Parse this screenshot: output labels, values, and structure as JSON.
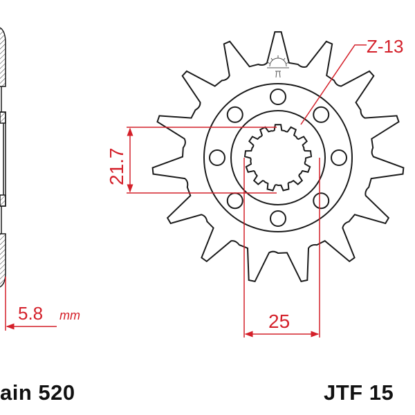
{
  "dimensions": {
    "spline_diameter": "21.7",
    "bolt_width": "25",
    "thickness_value": "5.8",
    "thickness_unit": "mm",
    "teeth_label": "Z-13"
  },
  "labels": {
    "chain": "ain 520",
    "part_number": "JTF 15"
  },
  "colors": {
    "dimension": "#d4202a",
    "outline": "#1a1a1a"
  },
  "icons": {
    "logo": "jt-sun-logo"
  }
}
